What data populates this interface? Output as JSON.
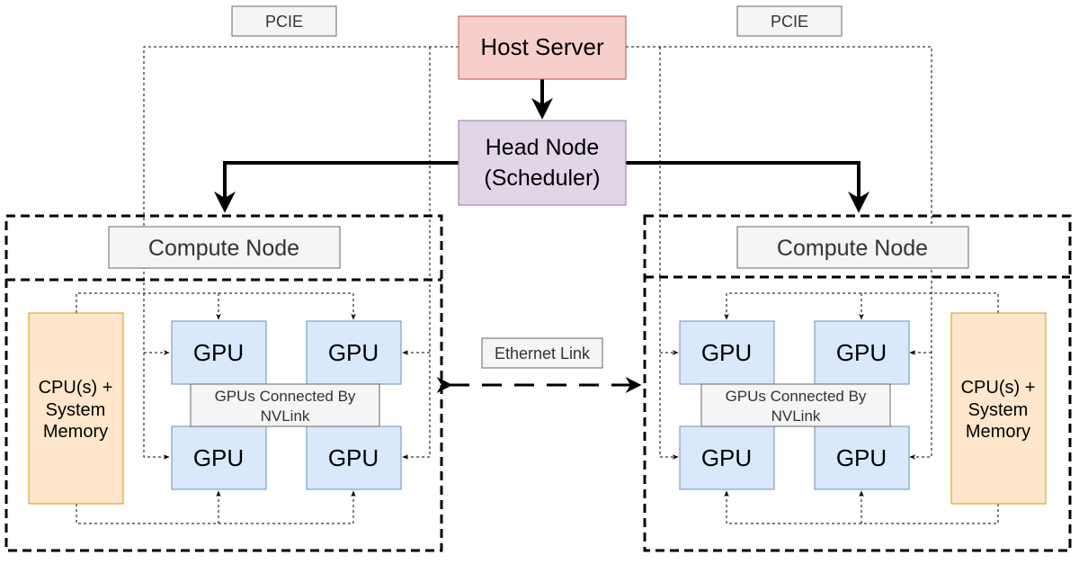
{
  "pcie_left": "PCIE",
  "pcie_right": "PCIE",
  "host_server": "Host Server",
  "head_node": {
    "line1": "Head Node",
    "line2": "(Scheduler)"
  },
  "ethernet_link": "Ethernet Link",
  "left": {
    "compute_node": "Compute Node",
    "cpu": {
      "line1": "CPU(s) +",
      "line2": "System",
      "line3": "Memory"
    },
    "gpus": [
      "GPU",
      "GPU",
      "GPU",
      "GPU"
    ],
    "nvlink": {
      "line1": "GPUs Connected By",
      "line2": "NVLink"
    }
  },
  "right": {
    "compute_node": "Compute Node",
    "cpu": {
      "line1": "CPU(s) +",
      "line2": "System",
      "line3": "Memory"
    },
    "gpus": [
      "GPU",
      "GPU",
      "GPU",
      "GPU"
    ],
    "nvlink": {
      "line1": "GPUs Connected By",
      "line2": "NVLink"
    }
  },
  "colors": {
    "host_fill": "#f8cecc",
    "host_stroke": "#b85450",
    "head_fill": "#e1d5e7",
    "head_stroke": "#9673a6",
    "gpu_fill": "#dae8fc",
    "gpu_stroke": "#6c8ebf",
    "cpu_fill": "#ffe6cc",
    "cpu_stroke": "#d79b00",
    "label_fill": "#f5f5f5",
    "label_stroke": "#666666"
  }
}
